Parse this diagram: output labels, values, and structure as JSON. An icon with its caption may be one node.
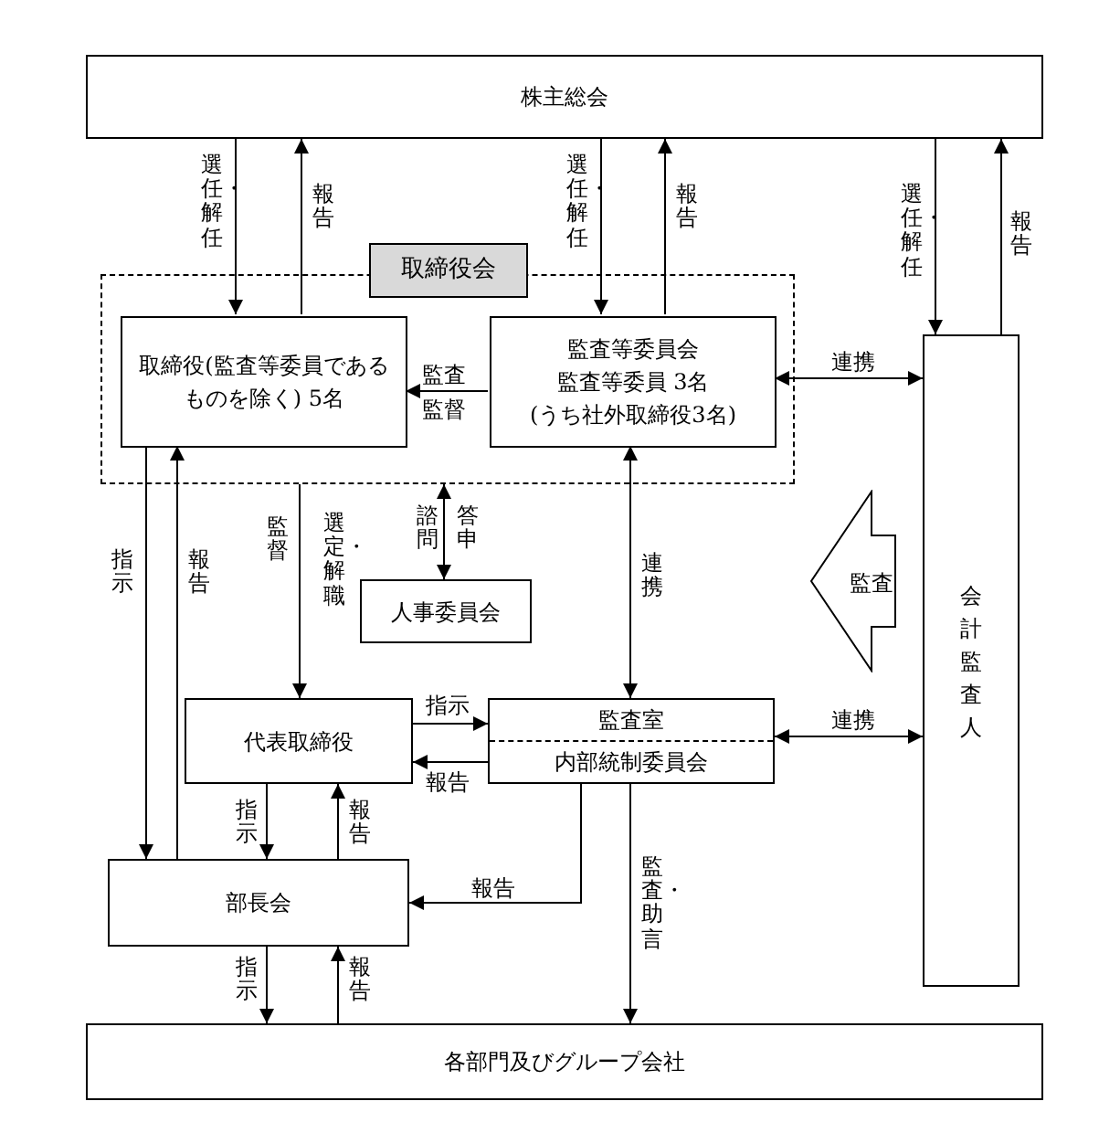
{
  "diagram": {
    "nodes": [
      {
        "text": [
          "株主総会"
        ]
      },
      {
        "text": [
          "取締役会"
        ]
      },
      {
        "text": [
          "取締役(監査等委員であるものを除く) 5名"
        ],
        "in": 1
      },
      {
        "text": [
          "監査等委員会",
          "監査等委員 3名",
          "(うち社外取締役3名)"
        ],
        "in": 1
      },
      {
        "text": [
          "会計監査人"
        ]
      },
      {
        "text": [
          "人事委員会"
        ]
      },
      {
        "text": [
          "監査室",
          "内部統制委員会"
        ]
      },
      {
        "text": [
          "代表取締役"
        ]
      },
      {
        "text": [
          "部長会"
        ]
      },
      {
        "text": [
          "各部門及びグループ会社"
        ]
      }
    ],
    "edges": [
      {
        "from": 0,
        "to": 2,
        "arrow": "to",
        "label": "選任・解任"
      },
      {
        "from": 2,
        "to": 0,
        "arrow": "to",
        "label": "報告"
      },
      {
        "from": 0,
        "to": 3,
        "arrow": "to",
        "label": "選任・解任"
      },
      {
        "from": 3,
        "to": 0,
        "arrow": "to",
        "label": "報告"
      },
      {
        "from": 0,
        "to": 4,
        "arrow": "to",
        "label": "選任・解任"
      },
      {
        "from": 4,
        "to": 0,
        "arrow": "to",
        "label": "報告"
      },
      {
        "from": 3,
        "to": 2,
        "arrow": "to",
        "label": "監査"
      },
      {
        "from": 3,
        "to": 4,
        "arrow": "both",
        "label": "連携"
      },
      {
        "from": 1,
        "to": 7,
        "arrow": "to",
        "label": "監督"
      },
      {
        "from": 1,
        "to": 5,
        "arrow": "both",
        "label": "諮問"
      },
      {
        "from": 3,
        "to": 6,
        "arrow": "both",
        "label": "連携"
      },
      {
        "from": 7,
        "to": 6,
        "arrow": "to",
        "label": "指示"
      },
      {
        "from": 6,
        "to": 7,
        "arrow": "to",
        "label": "報告"
      },
      {
        "from": 6,
        "to": 4,
        "arrow": "both",
        "label": "連携"
      },
      {
        "from": 2,
        "to": 8,
        "arrow": "to",
        "label": "指示"
      },
      {
        "from": 8,
        "to": 2,
        "arrow": "to",
        "label": "報告"
      },
      {
        "from": 7,
        "to": 8,
        "arrow": "to",
        "label": "指示"
      },
      {
        "from": 8,
        "to": 7,
        "arrow": "to",
        "label": "報告"
      },
      {
        "from": 6,
        "to": 8,
        "arrow": "to",
        "label": "報告"
      },
      {
        "from": 6,
        "to": 9,
        "arrow": "to",
        "label": "監査・助言"
      },
      {
        "from": 8,
        "to": 9,
        "arrow": "to",
        "label": "指示"
      },
      {
        "from": 9,
        "to": 8,
        "arrow": "to",
        "label": "報告"
      }
    ],
    "labels": [
      "監督",
      "選定・解職",
      "答申",
      "監査"
    ]
  }
}
